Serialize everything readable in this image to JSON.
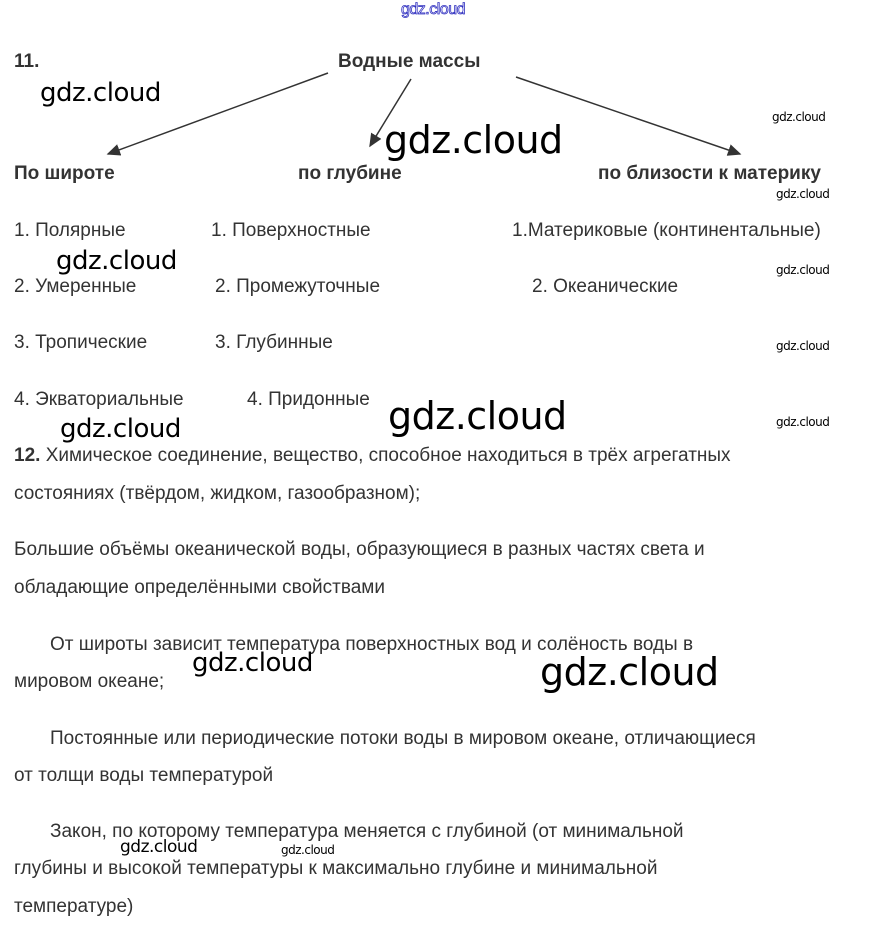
{
  "watermark": "gdz.cloud",
  "task11": {
    "number": "11.",
    "root": "Водные массы",
    "columns": [
      {
        "heading": "По широте",
        "items": [
          "1. Полярные",
          "2. Умеренные",
          "3. Тропические",
          "4. Экваториальные"
        ]
      },
      {
        "heading": "по глубине",
        "items": [
          "1. Поверхностные",
          "2. Промежуточные",
          "3. Глубинные",
          "4. Придонные"
        ]
      },
      {
        "heading": "по близости к материку",
        "items": [
          "1.Материковые (континентальные)",
          "2. Океанические"
        ]
      }
    ]
  },
  "task12": {
    "number": "12.",
    "lines": [
      " Химическое соединение, вещество, способное находиться в трёх агрегатных",
      "состояниях (твёрдом, жидком, газообразном);",
      "Большие объёмы океанической воды, образующиеся в разных частях света и",
      "обладающие определёнными свойствами",
      "От широты зависит температура поверхностных вод и солёность воды в",
      "мировом океане;",
      "Постоянные или периодические потоки воды в мировом океане, отличающиеся",
      "от толщи воды температурой",
      "Закон, по которому температура меняется с глубиной (от минимальной",
      "глубины и высокой температуры к максимально глубине и минимальной",
      "температуре)"
    ]
  }
}
